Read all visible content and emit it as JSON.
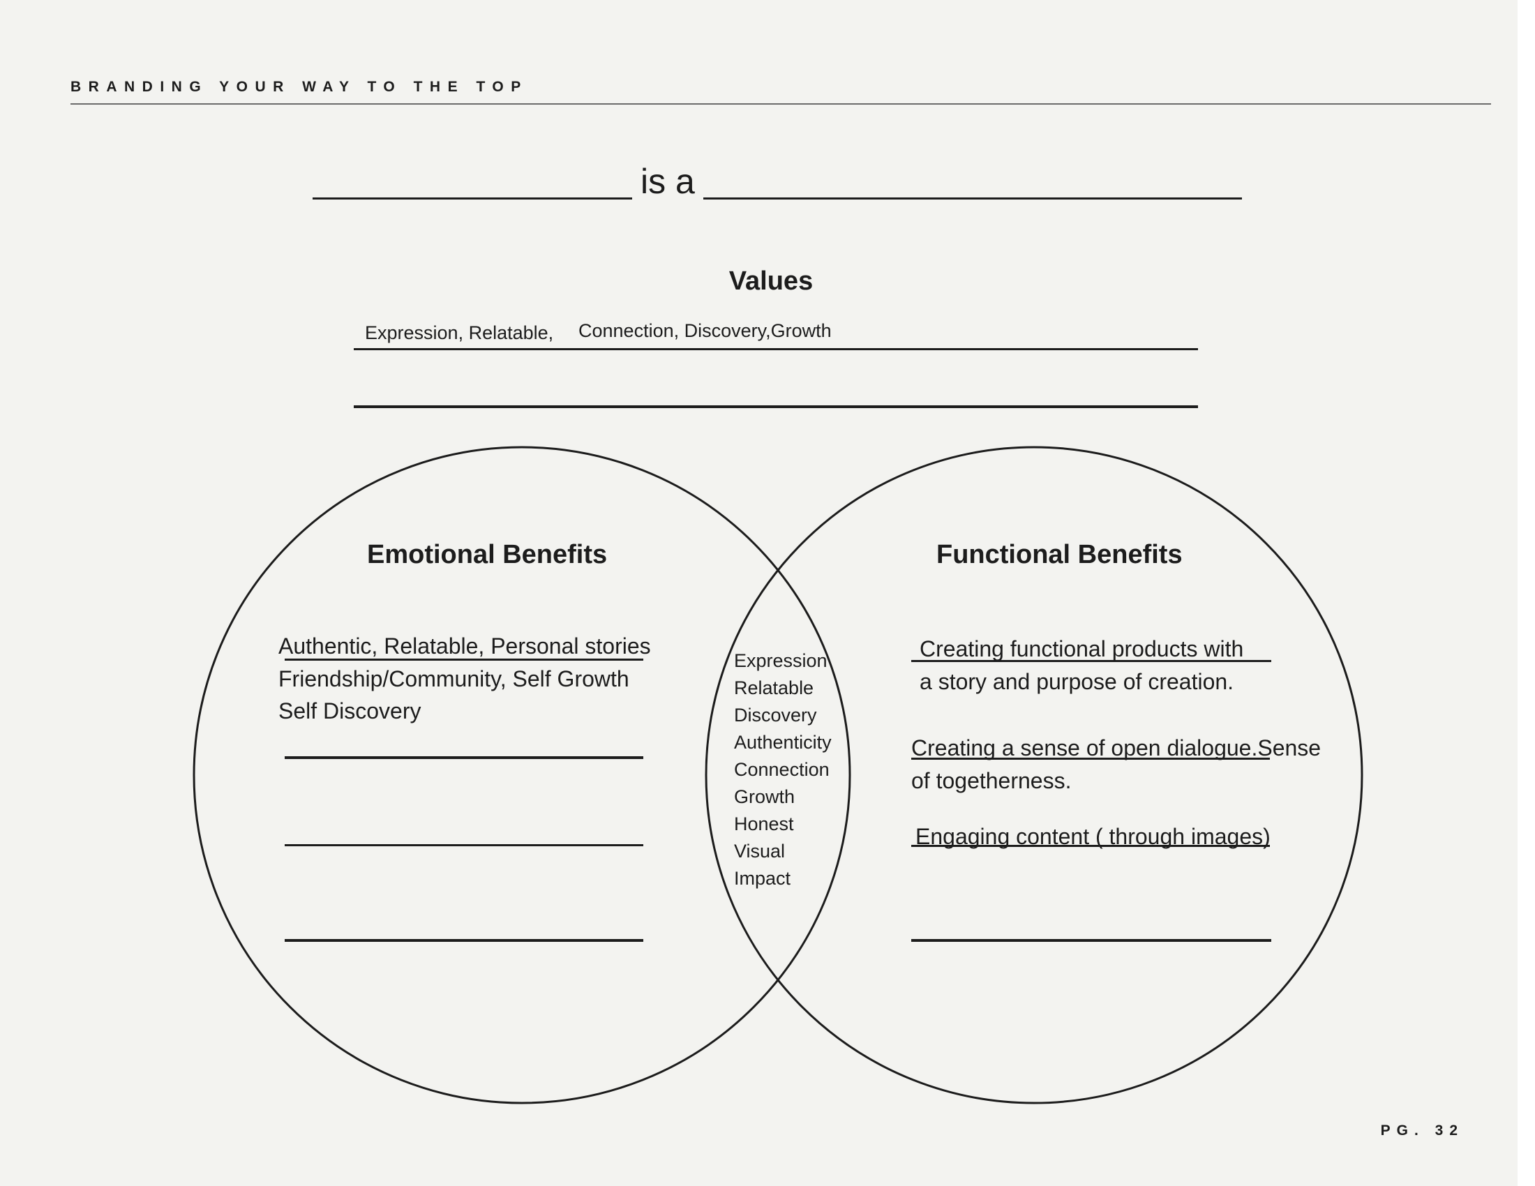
{
  "header": {
    "title": "BRANDING YOUR WAY TO THE TOP"
  },
  "statement": {
    "connector": "is a"
  },
  "values": {
    "title": "Values",
    "text_part1": "Expression, Relatable,",
    "text_part2": "Connection, Discovery,Growth"
  },
  "emotional": {
    "title": "Emotional Benefits",
    "lines": [
      "Authentic, Relatable, Personal stories",
      "Friendship/Community, Self Growth",
      "Self Discovery"
    ]
  },
  "overlap": {
    "items": [
      "Expression",
      "Relatable",
      "Discovery",
      "Authenticity",
      "Connection",
      "Growth",
      "Honest",
      "Visual",
      "Impact"
    ]
  },
  "functional": {
    "title": "Functional Benefits",
    "lines": [
      "Creating functional products with",
      "a story and purpose of creation.",
      "Creating a sense of open dialogue.Sense",
      "of togetherness.",
      "Engaging content ( through images)"
    ]
  },
  "footer": {
    "page": "PG. 32"
  }
}
